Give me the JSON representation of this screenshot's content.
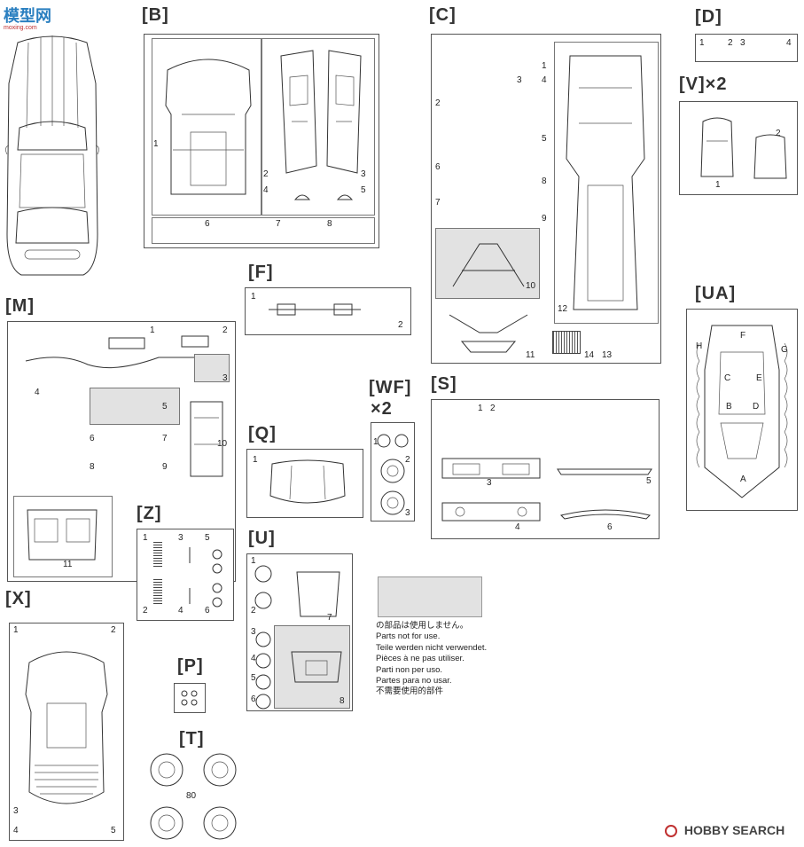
{
  "watermark_top": {
    "text": "模型网",
    "sub": "moxing.com"
  },
  "watermark_bottom": {
    "logo_text": "HOBBY SEARCH"
  },
  "sections": {
    "B": {
      "label": "[B]",
      "parts": [
        "1",
        "2",
        "3",
        "4",
        "5",
        "6",
        "7",
        "8"
      ]
    },
    "C": {
      "label": "[C]",
      "parts": [
        "1",
        "2",
        "3",
        "4",
        "5",
        "6",
        "7",
        "8",
        "9",
        "10",
        "11",
        "12",
        "13",
        "14"
      ]
    },
    "D": {
      "label": "[D]",
      "parts": [
        "1",
        "2",
        "3",
        "4"
      ]
    },
    "V": {
      "label": "[V]×2",
      "parts": [
        "1",
        "2"
      ]
    },
    "F": {
      "label": "[F]",
      "parts": [
        "1",
        "2"
      ]
    },
    "M": {
      "label": "[M]",
      "parts": [
        "1",
        "2",
        "3",
        "4",
        "5",
        "6",
        "7",
        "8",
        "9",
        "10",
        "11"
      ]
    },
    "UA": {
      "label": "[UA]",
      "parts": [
        "A",
        "B",
        "C",
        "D",
        "E",
        "F",
        "G",
        "H"
      ]
    },
    "WF": {
      "label": "[WF]",
      "label2": "×2",
      "parts": [
        "1",
        "2",
        "3"
      ]
    },
    "S": {
      "label": "[S]",
      "parts": [
        "1",
        "2",
        "3",
        "4",
        "5",
        "6"
      ]
    },
    "Q": {
      "label": "[Q]",
      "parts": [
        "1"
      ]
    },
    "Z": {
      "label": "[Z]",
      "parts": [
        "1",
        "2",
        "3",
        "4",
        "5",
        "6"
      ]
    },
    "U": {
      "label": "[U]",
      "parts": [
        "1",
        "2",
        "3",
        "4",
        "5",
        "6",
        "7",
        "8"
      ]
    },
    "X": {
      "label": "[X]",
      "parts": [
        "1",
        "2",
        "3",
        "4",
        "5"
      ]
    },
    "P": {
      "label": "[P]"
    },
    "T": {
      "label": "[T]",
      "count": "80"
    }
  },
  "legend": {
    "swatch_color": "#e2e2e2",
    "lines": [
      "の部品は使用しません。",
      "Parts not for use.",
      "Teile werden nicht verwendet.",
      "Pièces à ne pas utiliser.",
      "Parti non per uso.",
      "Partes para no usar.",
      "不需要使用的部件"
    ]
  }
}
